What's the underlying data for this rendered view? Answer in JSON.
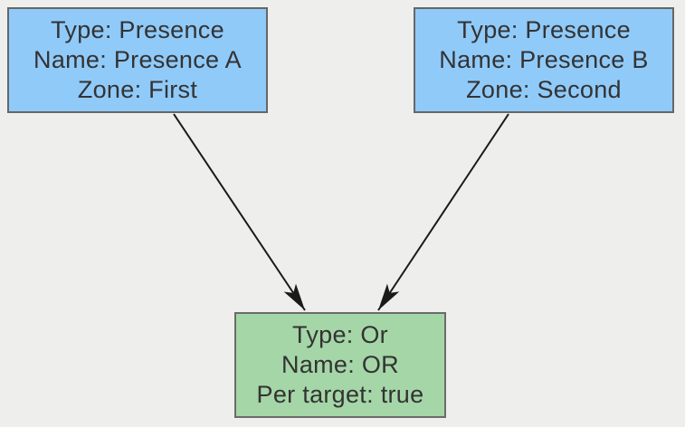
{
  "diagram": {
    "background_color": "#eeeeec",
    "text_color": "#333333",
    "edge_color": "#1a1a1a",
    "nodes": [
      {
        "id": "presence-a",
        "lines": [
          "Type: Presence",
          "Name: Presence A",
          "Zone: First"
        ],
        "fill": "#90caf9",
        "stroke": "#666666"
      },
      {
        "id": "presence-b",
        "lines": [
          "Type: Presence",
          "Name: Presence B",
          "Zone: Second"
        ],
        "fill": "#90caf9",
        "stroke": "#666666"
      },
      {
        "id": "or",
        "lines": [
          "Type: Or",
          "Name: OR",
          "Per target: true"
        ],
        "fill": "#a5d6a7",
        "stroke": "#6b6b6b"
      }
    ],
    "edges": [
      {
        "from": "presence-a",
        "to": "or"
      },
      {
        "from": "presence-b",
        "to": "or"
      }
    ]
  }
}
